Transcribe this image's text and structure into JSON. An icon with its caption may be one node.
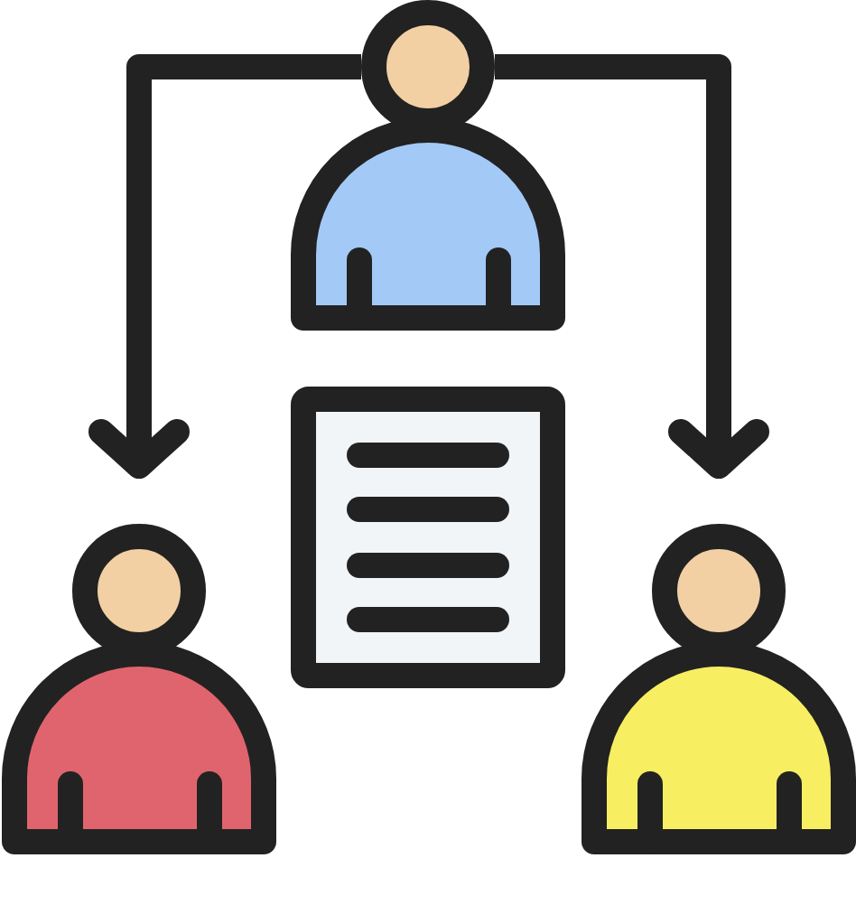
{
  "diagram": {
    "nodes": [
      {
        "text": [],
        "shape": "person"
      },
      {
        "text": [],
        "shape": "document"
      },
      {
        "text": [],
        "shape": "person"
      },
      {
        "text": [],
        "shape": "person"
      }
    ],
    "edges": [
      {
        "from": 0,
        "to": 2,
        "arrow": "to"
      },
      {
        "from": 0,
        "to": 3,
        "arrow": "to"
      }
    ]
  }
}
